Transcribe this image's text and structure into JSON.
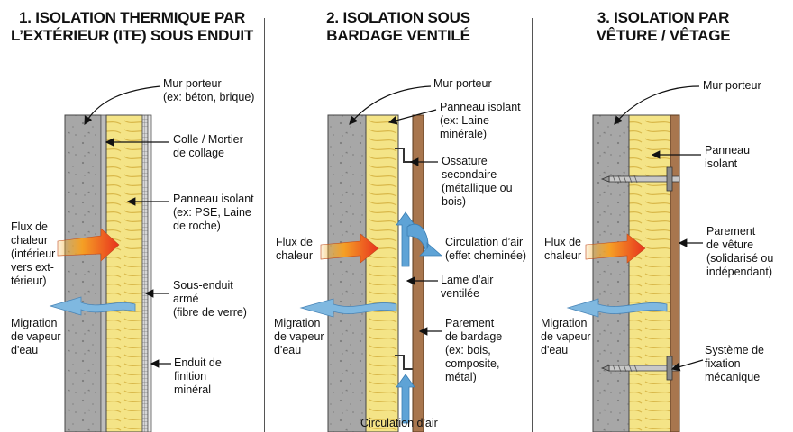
{
  "panels": [
    {
      "title": [
        "1. ISOLATION THERMIQUE PAR",
        "L’EXTÉRIEUR (ITE) SOUS ENDUIT"
      ],
      "labels": {
        "mur": [
          "Mur porteur",
          "(ex: béton, brique)"
        ],
        "colle": [
          "Colle / Mortier",
          "de collage"
        ],
        "panneau": [
          "Panneau isolant",
          "(ex: PSE, Laine",
          "de roche)"
        ],
        "flux": [
          "Flux de",
          "chaleur",
          "(intérieur",
          "vers ext-",
          "térieur)"
        ],
        "sous_enduit": [
          "Sous-enduit",
          "armé",
          "(fibre de verre)"
        ],
        "migration": [
          "Migration",
          "de vapeur",
          "d'eau"
        ],
        "enduit": [
          "Enduit de",
          "finition",
          "minéral"
        ]
      }
    },
    {
      "title": [
        "2. ISOLATION SOUS",
        "BARDAGE VENTILÉ"
      ],
      "labels": {
        "mur": [
          "Mur porteur"
        ],
        "panneau": [
          "Panneau isolant",
          "(ex: Laine",
          "minérale)"
        ],
        "ossature": [
          "Ossature",
          "secondaire",
          "(métallique ou",
          "bois)"
        ],
        "flux": [
          "Flux de",
          "chaleur"
        ],
        "circulation": [
          "Circulation d’air",
          "(effet cheminée)"
        ],
        "lame": [
          "Lame d’air",
          "ventilée"
        ],
        "migration": [
          "Migration",
          "de vapeur",
          "d'eau"
        ],
        "parement": [
          "Parement",
          "de bardage",
          "(ex: bois,",
          "composite,",
          "métal)"
        ],
        "circulation_bas": [
          "Circulation d'air"
        ]
      }
    },
    {
      "title": [
        "3. ISOLATION PAR",
        "VÊTURE / VÊTAGE"
      ],
      "labels": {
        "mur": [
          "Mur porteur"
        ],
        "panneau": [
          "Panneau",
          "isolant"
        ],
        "flux": [
          "Flux de",
          "chaleur"
        ],
        "parement": [
          "Parement",
          "de vêture",
          "(solidarisé ou",
          "indépendant)"
        ],
        "migration": [
          "Migration",
          "de vapeur",
          "d'eau"
        ],
        "fixation": [
          "Système de",
          "fixation",
          "mécanique"
        ]
      }
    }
  ],
  "colors": {
    "concrete": "#a7a7a7",
    "insulation": "#f4e487",
    "insulation_line": "#d9b84a",
    "render": "#cfcfcf",
    "cladding": "#a8764e",
    "heat_start": "#f5b025",
    "heat_end": "#e8321e",
    "vapor": "#7fb8e0",
    "air": "#5ea3d6"
  }
}
